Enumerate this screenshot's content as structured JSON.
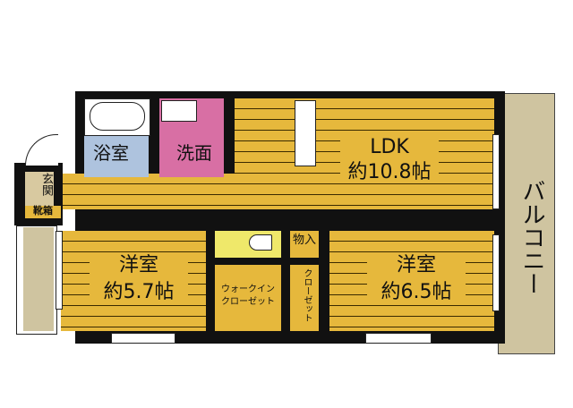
{
  "floorplan": {
    "rooms": {
      "ldk": {
        "name": "LDK",
        "size": "約10.8帖"
      },
      "western_room_1": {
        "name": "洋室",
        "size": "約5.7帖"
      },
      "western_room_2": {
        "name": "洋室",
        "size": "約6.5帖"
      },
      "bathroom": {
        "name": "浴室"
      },
      "washroom": {
        "name": "洗面"
      },
      "entrance": {
        "name": "玄関"
      },
      "shoe_box": {
        "name": "靴箱"
      },
      "storage": {
        "name": "物入"
      },
      "walk_in_closet": {
        "line1": "ウォークイン",
        "line2": "クローゼット"
      },
      "closet": {
        "name": "クローゼット"
      },
      "balcony": {
        "name": "バルコニー"
      }
    },
    "colors": {
      "floor": "#e6b83c",
      "bathroom": "#aec3de",
      "washroom": "#d86fa4",
      "toilet": "#efe86a",
      "balcony": "#cfc4a0",
      "entrance": "#d8c9a0",
      "wall": "#111111"
    }
  }
}
